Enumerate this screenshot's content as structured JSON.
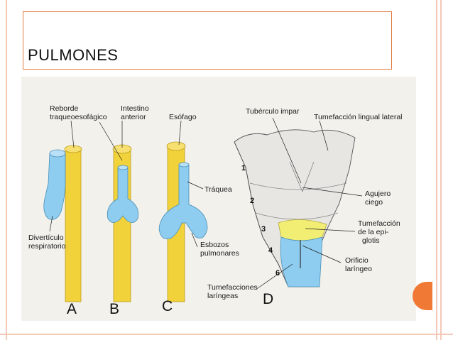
{
  "slide": {
    "title": "PULMONES",
    "accent_color": "#e07a3c",
    "dot_color": "#f07a35"
  },
  "figure": {
    "colors": {
      "esophagus": "#f2d23a",
      "respiratory": "#8ecdf0",
      "tissue": "#e8e6e2"
    },
    "labels": {
      "reborde_1": "Reborde",
      "reborde_2": "traqueoesofágico",
      "intestino_1": "Intestino",
      "intestino_2": "anterior",
      "esofago": "Esófago",
      "traquea": "Tráquea",
      "diverticulo_1": "Divertículo",
      "diverticulo_2": "respiratorio",
      "esbozos_1": "Esbozos",
      "esbozos_2": "pulmonares",
      "tuberculo": "Tubérculo impar",
      "tumefaccion_lingual": "Tumefacción lingual lateral",
      "agujero_1": "Agujero",
      "agujero_2": "ciego",
      "epiglotis_1": "Tumefacción",
      "epiglotis_2": "de la epi-",
      "epiglotis_3": "glotis",
      "orificio_1": "Orificio",
      "orificio_2": "laríngeo",
      "tumefacciones_1": "Tumefacciones",
      "tumefacciones_2": "laríngeas"
    },
    "panels": [
      "A",
      "B",
      "C",
      "D"
    ],
    "arches": [
      "1",
      "2",
      "3",
      "4",
      "6"
    ]
  }
}
